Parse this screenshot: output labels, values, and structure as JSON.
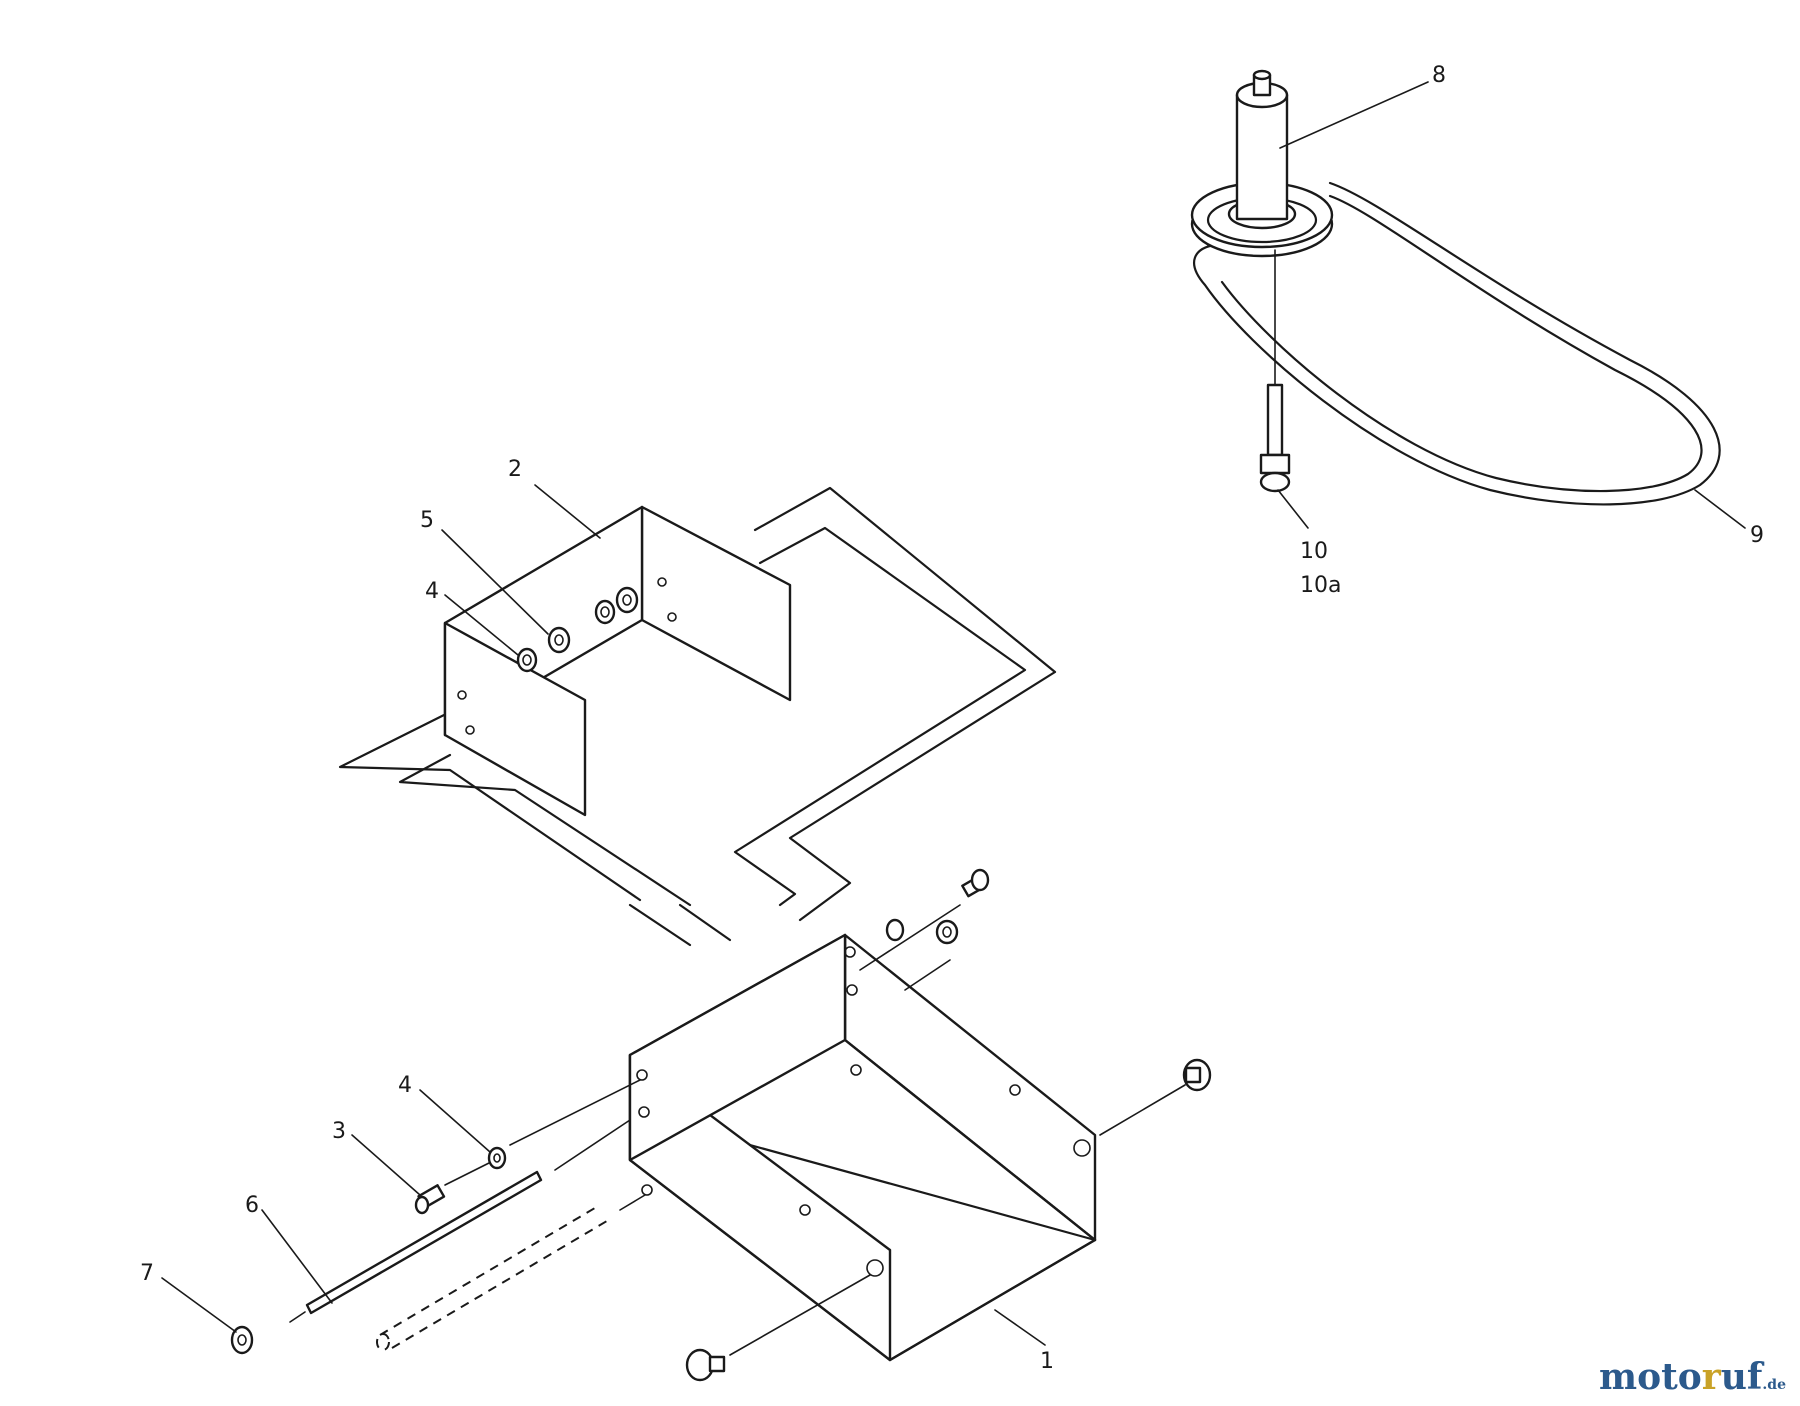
{
  "callouts": {
    "c1": "1",
    "c2": "2",
    "c3": "3",
    "c4a": "4",
    "c4b": "4",
    "c5": "5",
    "c6": "6",
    "c7": "7",
    "c8": "8",
    "c9": "9",
    "c10": "10",
    "c10a": "10a"
  },
  "watermark": {
    "part1": "moto",
    "part2": "r",
    "part3": "uf",
    "domain": ".de"
  }
}
